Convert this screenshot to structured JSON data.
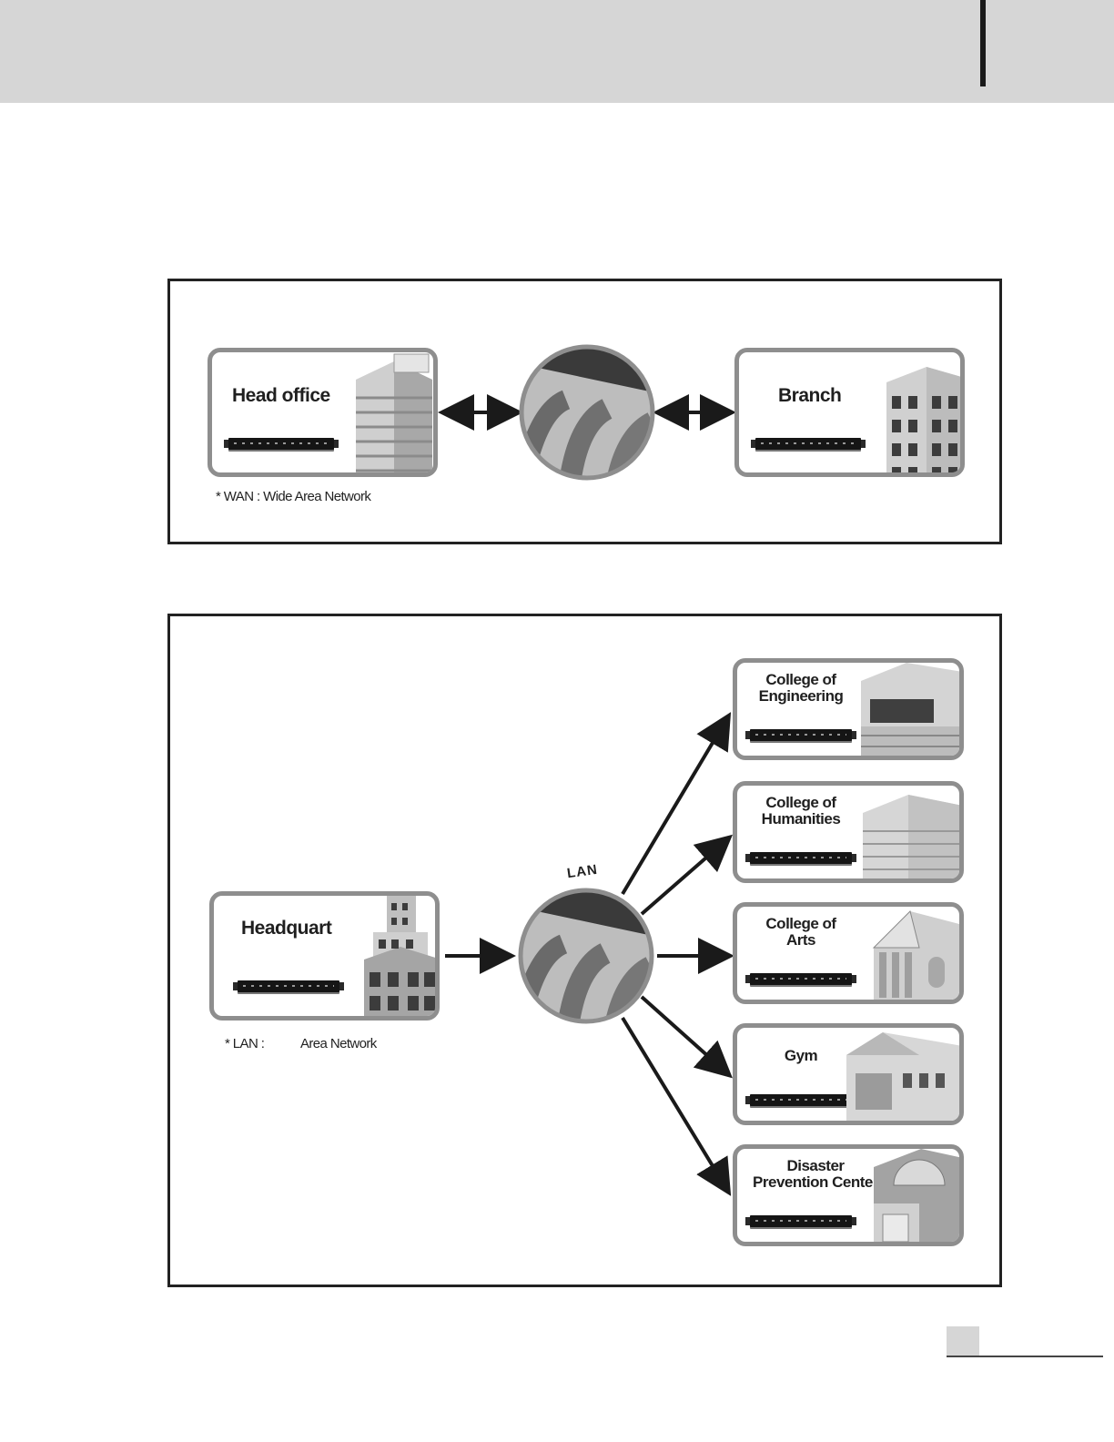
{
  "wan": {
    "head_office": "Head office",
    "branch": "Branch",
    "note": "* WAN : Wide Area Network"
  },
  "lan": {
    "label": "LAN",
    "headquart": "Headquart",
    "note_prefix": "* LAN :",
    "note_suffix": "Area Network",
    "sites": [
      {
        "line1": "College of",
        "line2": "Engineering"
      },
      {
        "line1": "College of",
        "line2": "Humanities"
      },
      {
        "line1": "College of",
        "line2": "Arts"
      },
      {
        "line1": "Gym",
        "line2": ""
      },
      {
        "line1": "Disaster",
        "line2": "Prevention Center"
      }
    ]
  },
  "colors": {
    "header": "#d6d6d6",
    "frame": "#222222",
    "card_border": "#8e8e8e",
    "arrow": "#1a1a1a"
  },
  "icons": [
    "rack-unit-icon",
    "network-cable-icon",
    "building-icon",
    "double-arrow-icon"
  ]
}
